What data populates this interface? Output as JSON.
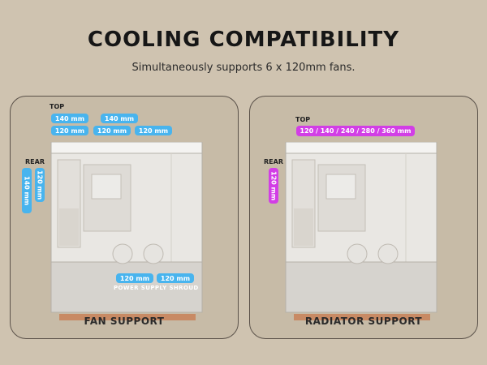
{
  "header": {
    "title": "COOLING COMPATIBILITY",
    "subtitle": "Simultaneously supports 6 x 120mm fans."
  },
  "left_panel": {
    "label": "FAN SUPPORT",
    "top_label": "TOP",
    "rear_label": "REAR",
    "top_row1": [
      "140 mm",
      "140 mm"
    ],
    "top_row2": [
      "120 mm",
      "120 mm",
      "120 mm"
    ],
    "rear": [
      "140 mm",
      "120 mm"
    ],
    "bottom": [
      "120 mm",
      "120 mm"
    ],
    "shroud_label": "POWER SUPPLY SHROUD"
  },
  "right_panel": {
    "label": "RADIATOR SUPPORT",
    "top_label": "TOP",
    "rear_label": "REAR",
    "top": "120 / 140 / 240 / 280 / 360 mm",
    "rear": "120 mm"
  },
  "colors": {
    "background": "#cfc3b0",
    "fan_pill": "#48b4ee",
    "radiator_pill": "#d23ee6"
  }
}
